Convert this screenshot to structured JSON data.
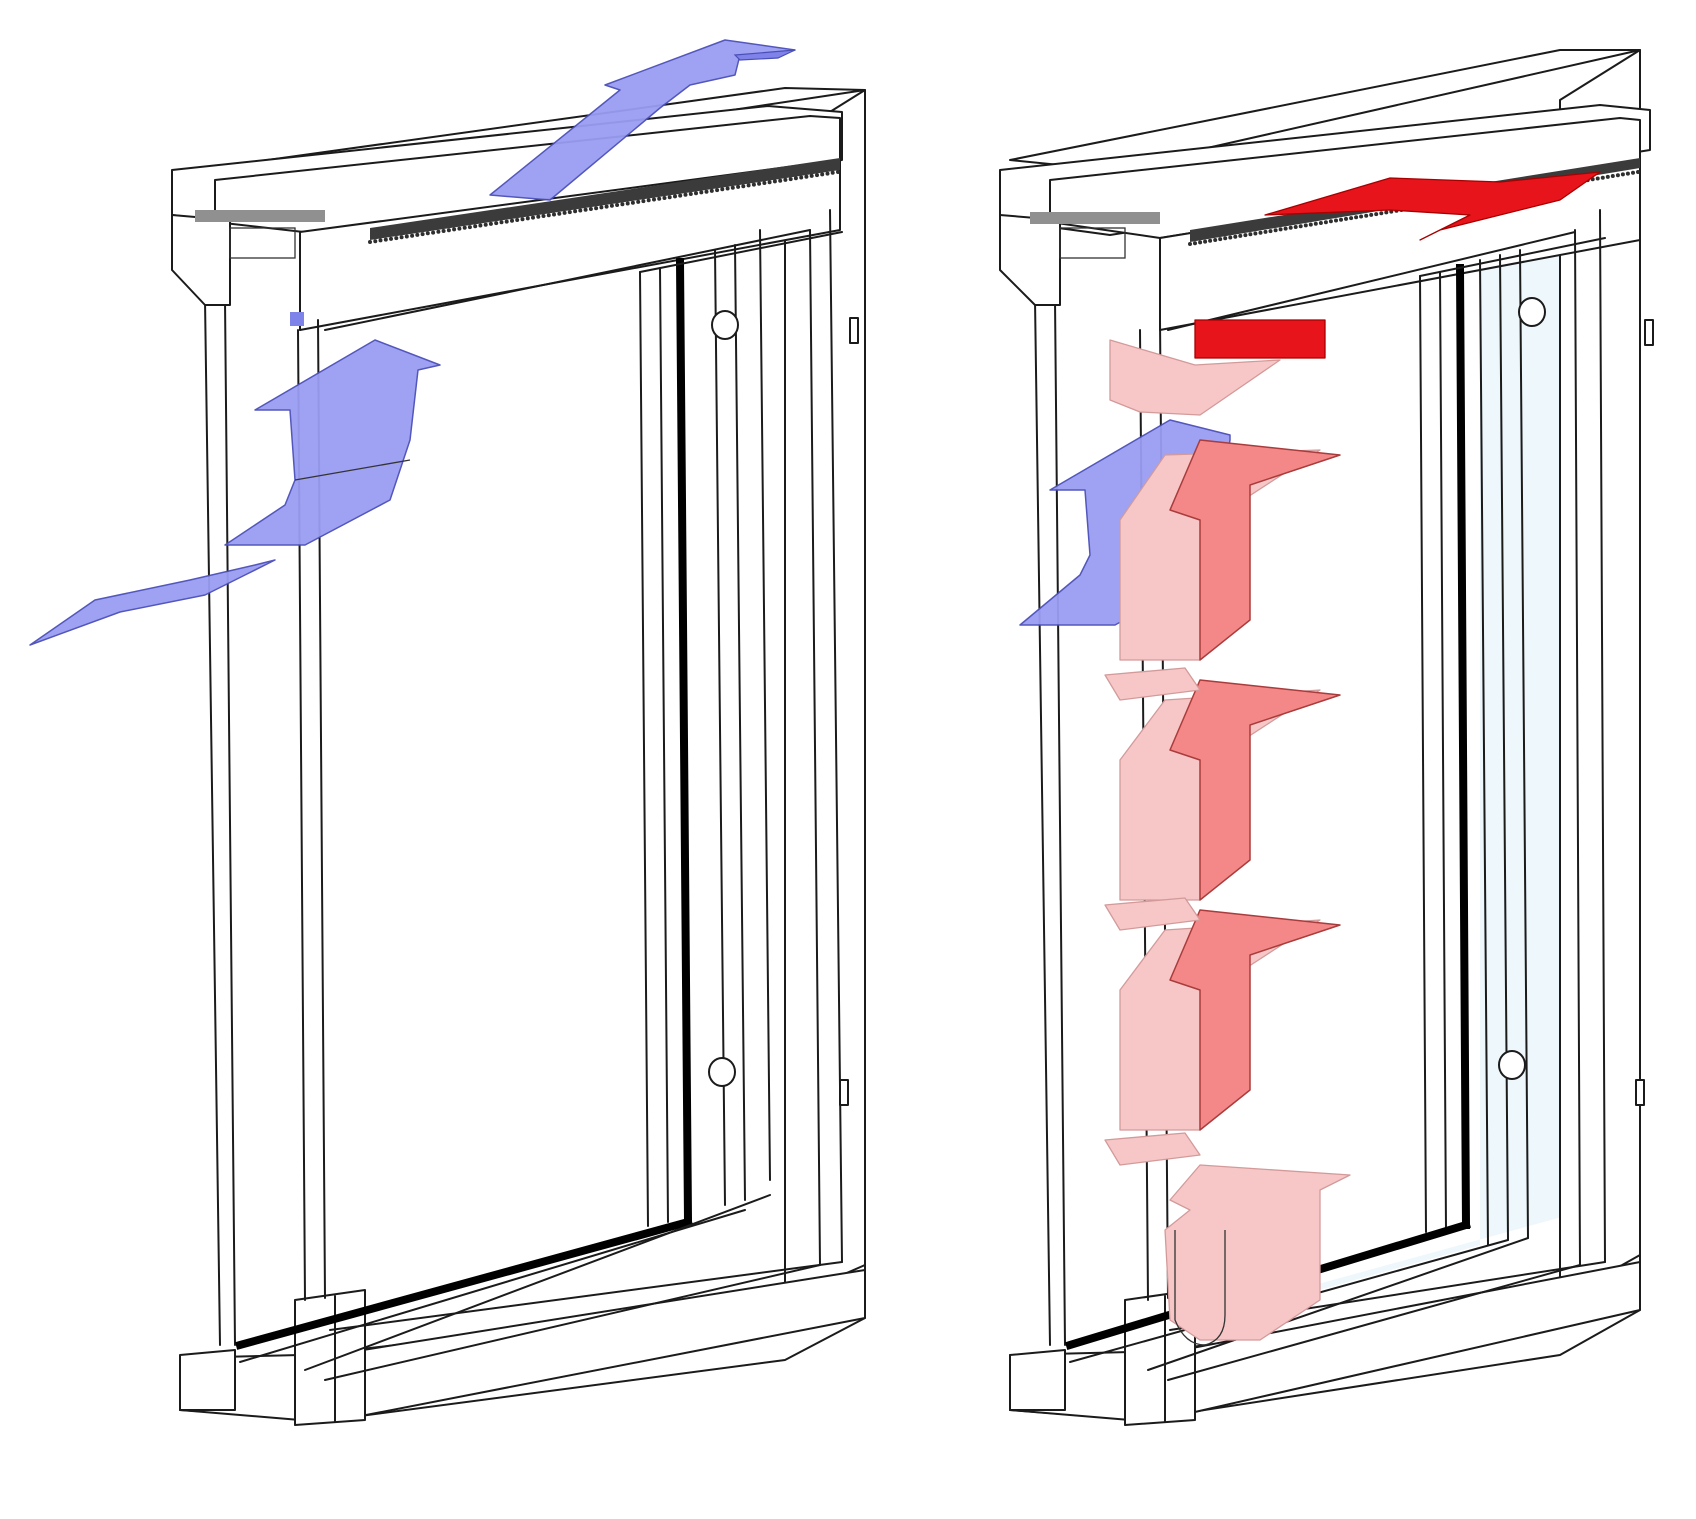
{
  "diagram": {
    "panels": [
      {
        "id": "left",
        "depiction": "window-frame-cutaway"
      },
      {
        "id": "right",
        "depiction": "window-frame-cutaway"
      }
    ],
    "colors": {
      "blue_air": "#9a9cf2",
      "blue_air_dark": "#7f82e8",
      "red_strong": "#e8141b",
      "red_mid": "#f48787",
      "red_light": "#f7c7c7",
      "glass_tint": "#e3f3fb",
      "line": "#1b1b1b"
    }
  }
}
